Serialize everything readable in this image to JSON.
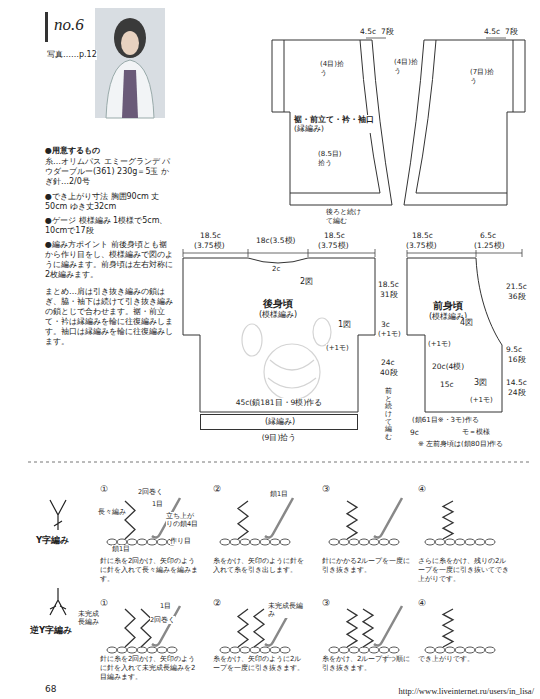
{
  "diagram": {
    "nodes": [
      {
        "text": [
          "no.6"
        ]
      },
      {
        "text": [
          "裾・前立て・衿・袖口",
          "(縁編み)"
        ]
      },
      {
        "text": [
          "後身頃",
          "(模様編み)"
        ]
      },
      {
        "text": [
          "(縁編み)"
        ]
      },
      {
        "text": [
          "前身頃",
          "(模様編み)"
        ]
      }
    ],
    "labels": [
      "写真……p.12",
      "●用意するもの",
      "糸…オリムパス エミーグランデ パウダーブルー(361) 230g＝5玉 かぎ針…2/0号",
      "●でき上がり寸法 胸囲90cm 丈50cm ゆき丈32cm",
      "●ゲージ 模様編み 1模様で5cm、10cmで17段",
      "●編み方ポイント 前後身頃とも裾から作り目をし、模様編みで図のように編みます。前身頃は左右対称に2枚編みます。",
      "まとめ…肩は引き抜き編みの鎖はぎ、脇・袖下は続けて引き抜き編みの鎖とじで合わせます。裾・前立て・衿は縁編みを輪に往復編みします。袖口は縁編みを輪に往復編みします。",
      "4.5c",
      "7段",
      "4.5c",
      "7段",
      "(4目)拾う",
      "(4目)拾う",
      "(7目)拾う",
      "(8.5目)拾う",
      "後ろと続けて編む",
      "18.5c",
      "(3.75模)",
      "18c(3.5模)",
      "18.5c",
      "(3.75模)",
      "2c",
      "2図",
      "18.5c",
      "31段",
      "1図",
      "3c",
      "(+1モ)",
      "(+1モ)",
      "24c",
      "40段",
      "前と続けて編む",
      "45c(鎖181目・9模)作る",
      "(9目)拾う",
      "18.5c",
      "(3.75模)",
      "6.5c",
      "(1.25模)",
      "21.5c",
      "36段",
      "4図",
      "(+1モ)",
      "9.5c",
      "16段",
      "20c(4模)",
      "14.5c",
      "24段",
      "15c",
      "3図",
      "(+1モ)",
      "(鎖61目※・3モ)作る",
      "9c",
      "モ＝模様",
      "※ 左前身頃は(鎖80目)作る",
      "Y字編み",
      "逆Y字編み",
      "①",
      "②",
      "③",
      "④",
      "2回巻く",
      "長々編み",
      "1目",
      "立ち上がりの鎖4目",
      "作り目",
      "鎖1目",
      "針に糸を2回かけ、矢印のように針を入れて長々編みを編みます。",
      "鎖1目",
      "糸をかけ、矢印のように針を入れて糸を引き出します。",
      "針にかかる2ループを一度に引き抜きます。",
      "さらに糸をかけ、残りの2ループを一度に引き抜いてでき上がりです。",
      "①",
      "②",
      "③",
      "④",
      "未完成長編み",
      "1目",
      "2回巻く",
      "未完成長編み",
      "針に糸を2回かけ、矢印のように針を入れて未完成長編みを2目編みます。",
      "糸をかけ、矢印のように2ループを一度に引き抜きます。",
      "糸をかけ、2ループずつ順に引き抜きます。",
      "でき上がりです。",
      "68",
      "http://www.liveinternet.ru/users/in_lisa/"
    ]
  }
}
